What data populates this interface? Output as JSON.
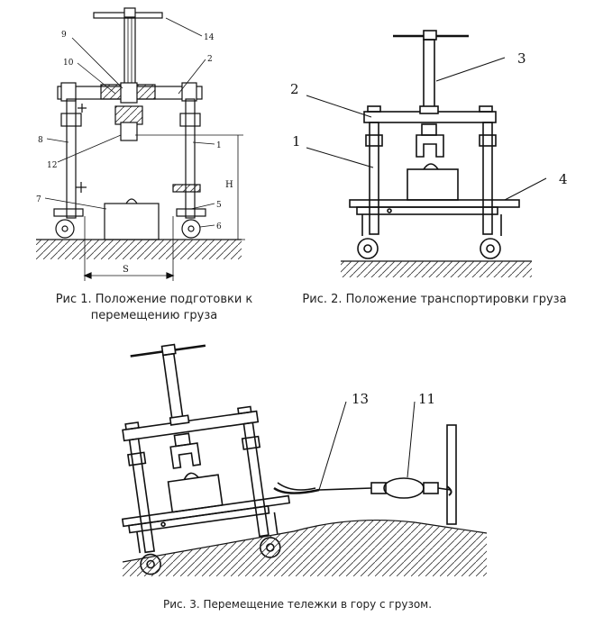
{
  "captions": {
    "fig1_line1": "Рис 1. Положение подготовки к",
    "fig1_line2": "перемещению груза",
    "fig2": "Рис. 2. Положение транспортировки груза",
    "fig3": "Рис. 3. Перемещение тележки в гору с грузом."
  },
  "fig1_labels": {
    "l9": "9",
    "l10": "10",
    "l14": "14",
    "l2": "2",
    "l8": "8",
    "l12": "12",
    "l1": "1",
    "l7": "7",
    "l5": "5",
    "l6": "6",
    "lH": "H",
    "lS": "S"
  },
  "fig2_labels": {
    "l3": "3",
    "l2": "2",
    "l1": "1",
    "l4": "4"
  },
  "fig3_labels": {
    "l13": "13",
    "l11": "11"
  },
  "colors": {
    "ink": "#111111",
    "paper": "#ffffff"
  }
}
